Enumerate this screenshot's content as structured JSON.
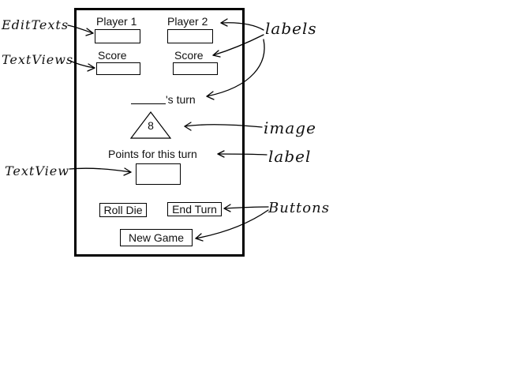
{
  "players": {
    "player1_label": "Player 1",
    "player2_label": "Player 2",
    "player1_value": "",
    "player2_value": ""
  },
  "scores": {
    "score1_label": "Score",
    "score2_label": "Score",
    "score1_value": "",
    "score2_value": ""
  },
  "turn": {
    "suffix": "'s turn"
  },
  "die": {
    "value": "8"
  },
  "points": {
    "label": "Points for this turn",
    "value": ""
  },
  "buttons": {
    "roll_die": "Roll Die",
    "end_turn": "End Turn",
    "new_game": "New Game"
  },
  "annotations": {
    "edit_texts": "EditTexts",
    "text_views": "TextViews",
    "labels": "labels",
    "image": "image",
    "label": "label",
    "text_view": "TextView",
    "buttons": "Buttons"
  }
}
